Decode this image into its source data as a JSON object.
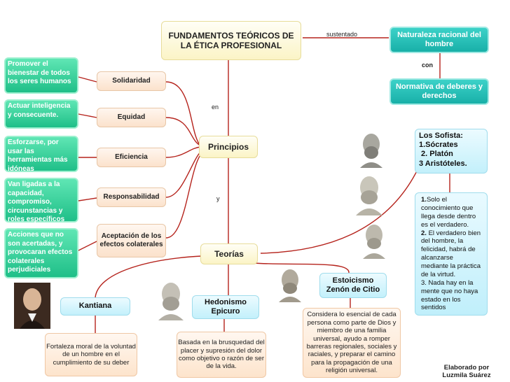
{
  "title": "FUNDAMENTOS TEÓRICOS DE LA ÉTICA PROFESIONAL",
  "connectors": {
    "sustentado": "sustentado",
    "con": "con",
    "en": "en",
    "y": "y"
  },
  "top_right": {
    "naturaleza": "Naturaleza  racional del hombre",
    "normativa": "Normativa de deberes y  derechos"
  },
  "principios": "Principios",
  "teorias": "Teorías",
  "principles": [
    {
      "label": "Solidaridad",
      "desc": "Promover el bienestar de todos los seres humanos"
    },
    {
      "label": "Equidad",
      "desc": "Actuar   inteligencia   y consecuente."
    },
    {
      "label": "Eficiencia",
      "desc": "Esforzarse, por usar las herramientas más idóneas"
    },
    {
      "label": "Responsabilidad",
      "desc": "Van  ligadas a la capacidad, compromiso, circunstancias y roles específicos"
    },
    {
      "label": "Aceptación de los efectos colaterales",
      "desc": "Acciones que  no son acertadas, y provocaran efectos colaterales perjudiciales"
    }
  ],
  "sofistas": {
    "lines": [
      "Los Sofista:",
      "1.Sócrates",
      " 2. Platón",
      "3 Aristóteles."
    ],
    "points": [
      {
        "num": "1.",
        "text": "Solo  el conocimiento que llega desde dentro es el verdadero."
      },
      {
        "num": "2.",
        "text": " El verdadero bien del hombre, la felicidad, habrá de alcanzarse mediante la práctica de la virtud."
      },
      {
        "num": "",
        "text": "3. Nada  hay en la mente que no haya estado en los sentidos"
      }
    ]
  },
  "theories": [
    {
      "name": "Kantiana",
      "desc": "Fortaleza moral de la voluntad de un hombre en el cumplimiento de su deber"
    },
    {
      "name": "Hedonismo Epicuro",
      "desc": "Basada  en la brusquedad del placer y supresión del dolor como objetivo o razón de ser de la vida."
    },
    {
      "name": "Estoicismo Zenón de Citio",
      "desc": "Considera lo esencial de cada persona como parte de Dios y miembro de una familia universal,  ayudo a romper barreras regionales, sociales y raciales, y preparar el camino para la propagación de una religión universal."
    }
  ],
  "credit": "Elaborado por Luzmila Suárez",
  "colors": {
    "lines": "#b5231c",
    "green": "#22c48c",
    "teal": "#1fb8ae"
  },
  "icons": [
    "socrates-bust-icon",
    "plato-bust-icon",
    "aristotle-bust-icon",
    "zeno-bust-icon",
    "epicurus-bust-icon",
    "kant-portrait-icon"
  ]
}
